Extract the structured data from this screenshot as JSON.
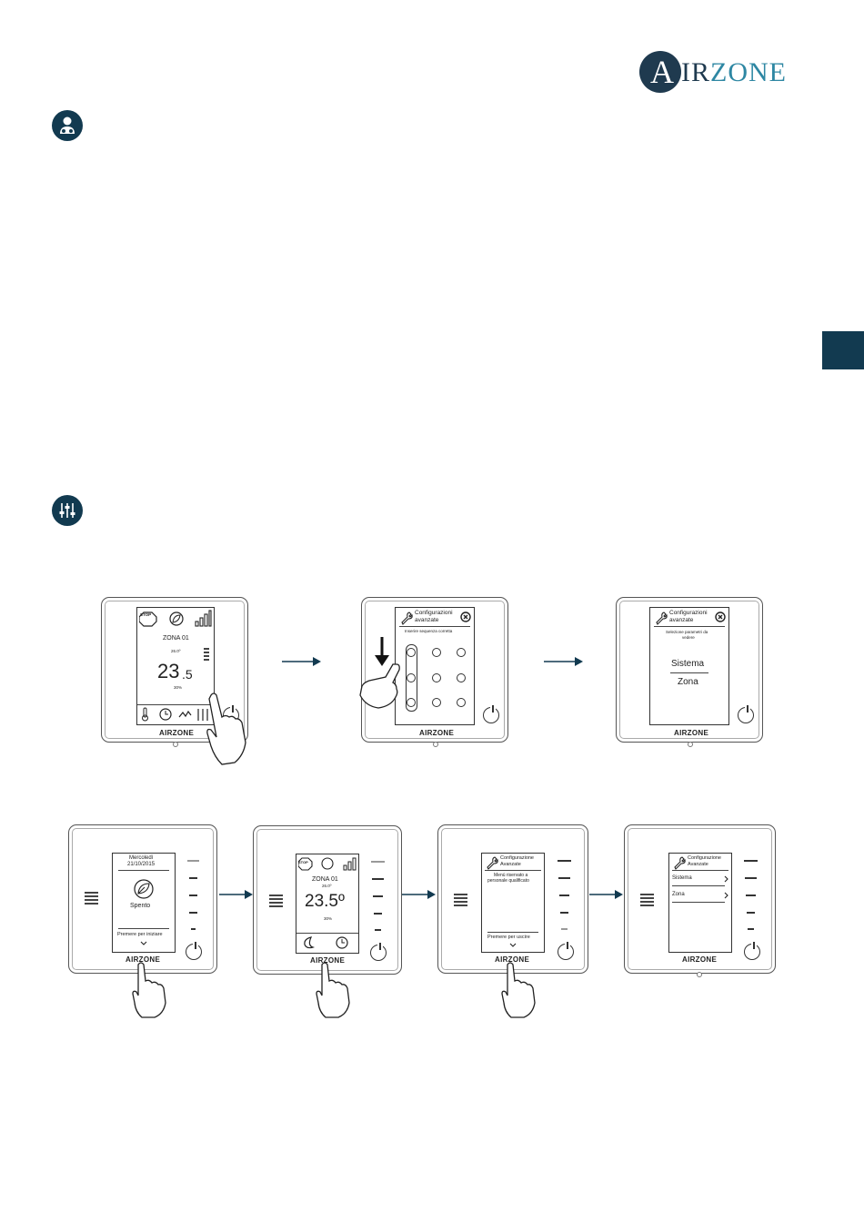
{
  "brand": {
    "logo_initial": "A",
    "logo_rest_dark": "IR",
    "logo_rest_teal": "ZONE"
  },
  "sequence_a": {
    "step1": {
      "zone": "ZONA 01",
      "setpoint": "26.0º",
      "temp_main": "23",
      "temp_frac": ".5",
      "humidity": "30%",
      "stop_label": "STOP",
      "brand": "AIRZONE"
    },
    "step2": {
      "title_line1": "Configurazioni",
      "title_line2": "avanzate",
      "subtitle": "Inserire sequenza corretta",
      "brand": "AIRZONE"
    },
    "step3": {
      "title_line1": "Configurazioni",
      "title_line2": "avanzate",
      "subtitle_line1": "Selezione parametri da",
      "subtitle_line2": "vedere",
      "option1": "Sistema",
      "option2": "Zona",
      "brand": "AIRZONE"
    }
  },
  "sequence_b": {
    "step1": {
      "day": "Mercoledì",
      "date": "21/10/2015",
      "status": "Spento",
      "prompt": "Premere per iniziare",
      "brand": "AIRZONE"
    },
    "step2": {
      "zone": "ZONA 01",
      "setpoint": "26.0º",
      "temp": "23.5º",
      "humidity": "30%",
      "stop_label": "STOP",
      "brand": "AIRZONE"
    },
    "step3": {
      "title_line1": "Configurazione",
      "title_line2": "Avanzate",
      "note_line1": "Menù riservato a",
      "note_line2": "personale qualificato",
      "prompt": "Premere per uscire",
      "brand": "AIRZONE"
    },
    "step4": {
      "title_line1": "Configurazione",
      "title_line2": "Avanzate",
      "option1": "Sistema",
      "option2": "Zona",
      "brand": "AIRZONE"
    }
  },
  "colors": {
    "navy": "#123a50",
    "logo_dark": "#1f3a4f",
    "logo_teal": "#2e87a3",
    "arrow": "#123a50"
  },
  "icons": [
    "technician-icon",
    "settings-sliders-icon",
    "hand-pointer-icon",
    "power-icon",
    "wrench-icon",
    "close-icon",
    "leaf-icon",
    "signal-icon",
    "stop-icon",
    "clock-icon",
    "moon-icon",
    "thermometer-icon",
    "chevron-right-icon",
    "chevron-down-icon",
    "arrow-right-icon",
    "arrow-down-icon"
  ]
}
